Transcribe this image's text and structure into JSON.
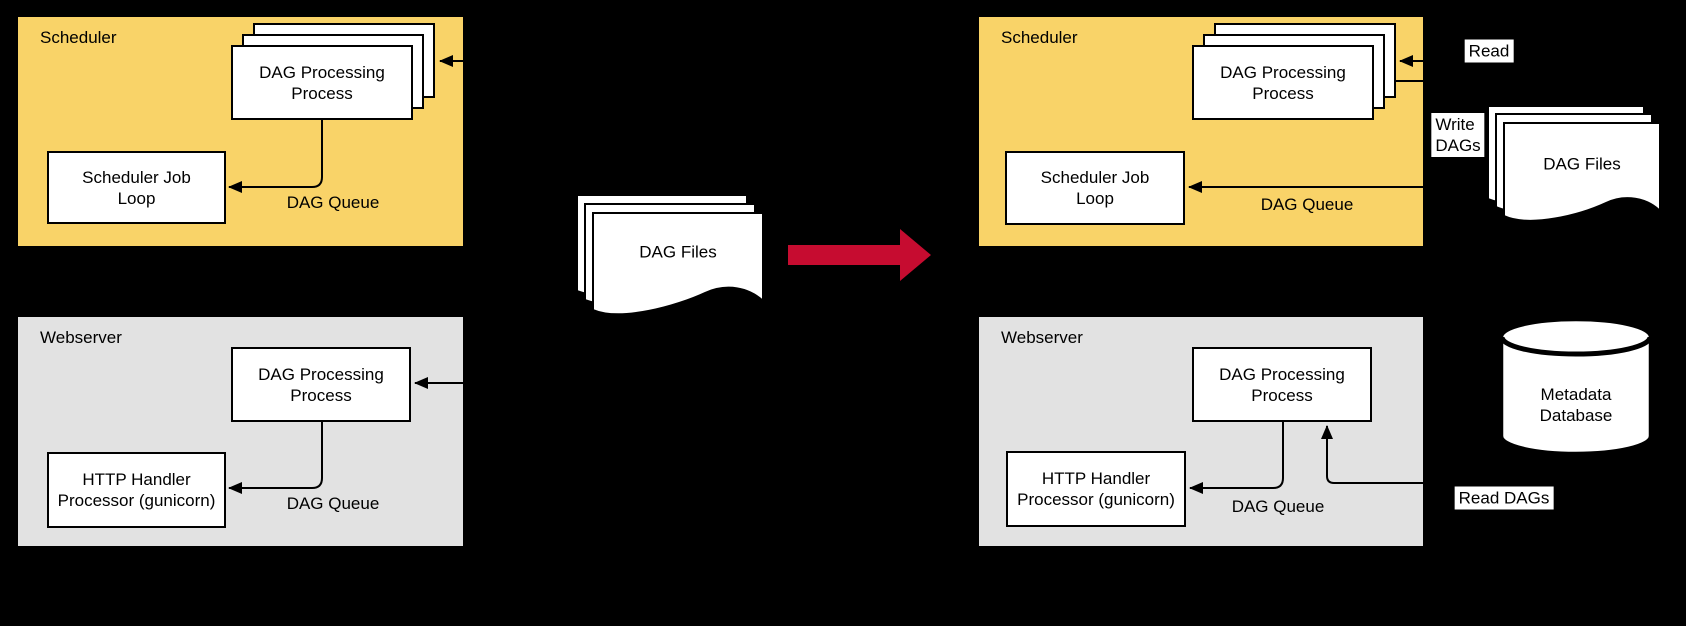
{
  "colors": {
    "scheduler_yellow": "#F9D368",
    "webserver_gray": "#E2E2E2",
    "arrow_red": "#C60C30",
    "node_white": "#FFFFFF",
    "line_black": "#000000",
    "canvas_black": "#000000"
  },
  "left": {
    "scheduler": {
      "title": "Scheduler",
      "dag_processing_lines": [
        "DAG Processing",
        "Process"
      ],
      "job_loop_lines": [
        "Scheduler Job",
        "Loop"
      ],
      "queue_label": "DAG Queue"
    },
    "webserver": {
      "title": "Webserver",
      "dag_processing_lines": [
        "DAG Processing",
        "Process"
      ],
      "http_handler_lines": [
        "HTTP Handler",
        "Processor (gunicorn)"
      ],
      "queue_label": "DAG Queue"
    }
  },
  "middle": {
    "dag_files_label": "DAG Files"
  },
  "right": {
    "scheduler": {
      "title": "Scheduler",
      "dag_processing_lines": [
        "DAG Processing",
        "Process"
      ],
      "job_loop_lines": [
        "Scheduler Job",
        "Loop"
      ],
      "queue_label": "DAG Queue"
    },
    "webserver": {
      "title": "Webserver",
      "dag_processing_lines": [
        "DAG Processing",
        "Process"
      ],
      "http_handler_lines": [
        "HTTP Handler",
        "Processor (gunicorn)"
      ],
      "queue_label": "DAG Queue"
    },
    "dag_files_label": "DAG Files",
    "metadata_db_lines": [
      "Metadata",
      "Database"
    ],
    "edge_labels": {
      "read": "Read",
      "write_dags_lines": [
        "Write",
        "DAGs"
      ],
      "read_dags": "Read DAGs"
    }
  }
}
